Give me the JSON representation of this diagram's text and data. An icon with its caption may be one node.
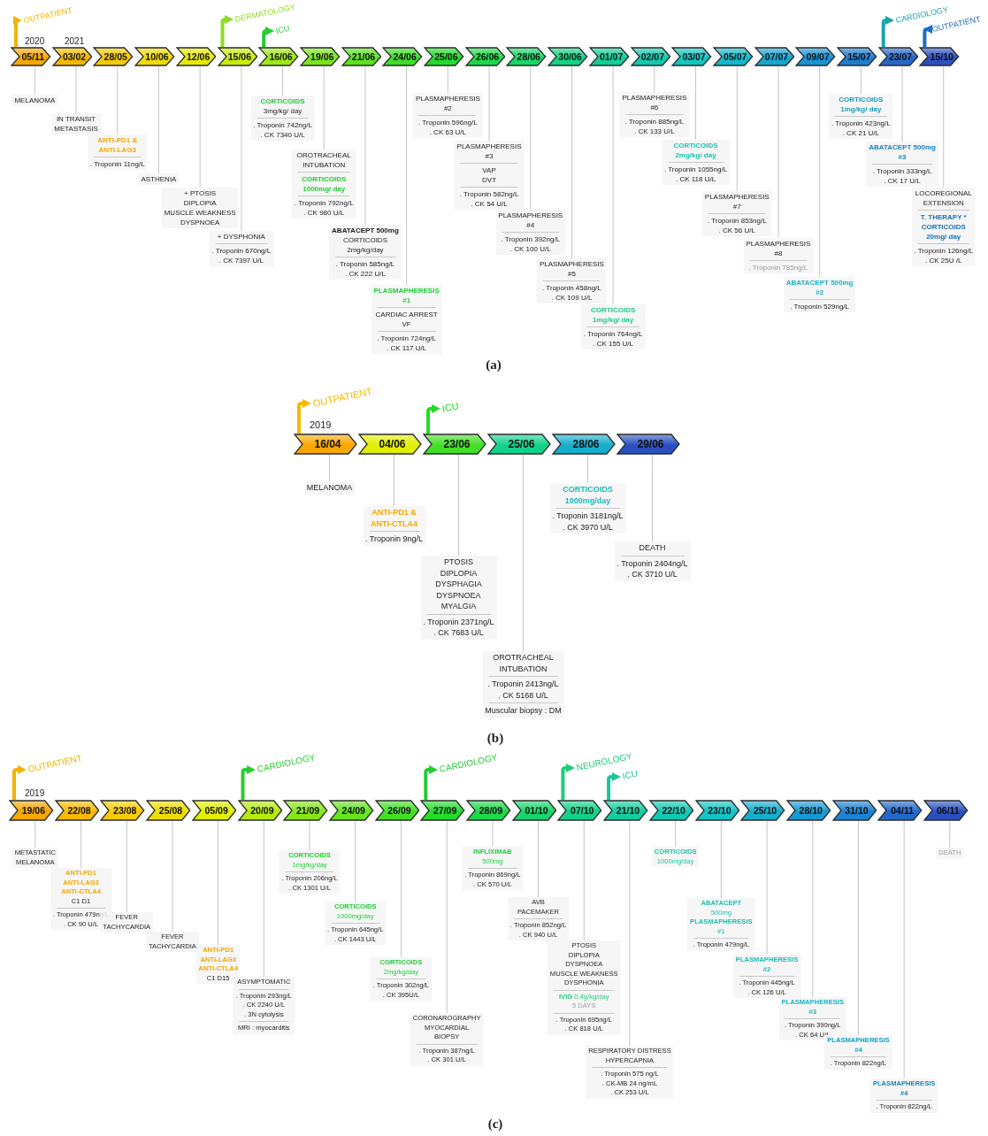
{
  "diagram": {
    "nodes": [
      {
        "text": [
          "05/11"
        ]
      },
      {
        "text": [
          "03/02"
        ]
      },
      {
        "text": [
          "28/05"
        ]
      },
      {
        "text": [
          "10/06"
        ]
      },
      {
        "text": [
          "12/06"
        ]
      },
      {
        "text": [
          "15/06"
        ]
      },
      {
        "text": [
          "16/06"
        ]
      },
      {
        "text": [
          "19/06"
        ]
      },
      {
        "text": [
          "21/06"
        ]
      },
      {
        "text": [
          "24/06"
        ]
      },
      {
        "text": [
          "25/06"
        ]
      },
      {
        "text": [
          "26/06"
        ]
      },
      {
        "text": [
          "28/06"
        ]
      },
      {
        "text": [
          "30/06"
        ]
      },
      {
        "text": [
          "01/07"
        ]
      },
      {
        "text": [
          "02/07"
        ]
      },
      {
        "text": [
          "03/07"
        ]
      },
      {
        "text": [
          "05/07"
        ]
      },
      {
        "text": [
          "07/07"
        ]
      },
      {
        "text": [
          "09/07"
        ]
      },
      {
        "text": [
          "15/07"
        ]
      },
      {
        "text": [
          "23/07"
        ]
      },
      {
        "text": [
          "15/10"
        ]
      },
      {
        "text": [
          "OUTPATIENT"
        ]
      },
      {
        "text": [
          "DERMATOLOGY"
        ]
      },
      {
        "text": [
          "ICU"
        ]
      },
      {
        "text": [
          "CARDIOLOGY"
        ]
      },
      {
        "text": [
          "OUTPATIENT"
        ]
      },
      {
        "text": [
          "MELANOMA"
        ]
      },
      {
        "text": [
          "IN TRANSIT METASTASIS"
        ]
      },
      {
        "text": [
          "ANTI-PD1 & ANTI-LAG3",
          ". Troponin 11ng/L"
        ]
      },
      {
        "text": [
          "ASTHENIA"
        ]
      },
      {
        "text": [
          "+ PTOSIS DIPLOPIA MUSCLE WEAKNESS DYSPNOEA"
        ]
      },
      {
        "text": [
          "+ DYSPHONIA",
          ". Troponin 670ng/L",
          ". CK 7397 U/L"
        ]
      },
      {
        "text": [
          "**CORTICOIDS** 3mg/kg/ day",
          ". Troponin 742ng/L",
          ". CK 7340 U/L"
        ]
      },
      {
        "text": [
          "OROTRACHEAL INTUBATION",
          "CORTICOIDS 1000mg/ day",
          ". Troponin 792ng/L",
          ". CK 980 U/L"
        ]
      },
      {
        "text": [
          "ABATACEPT 500mg",
          "CORTICOIDS 2mg/kg/day",
          ". Troponin 585ng/L",
          ". CK 222 U/L"
        ]
      },
      {
        "text": [
          "PLASMAPHERESIS #1",
          "CARDIAC ARREST VF",
          ". Troponin 724ng/L",
          ". CK 117 U/L"
        ]
      },
      {
        "text": [
          "PLASMAPHERESIS #2",
          ". Troponin 596ng/L",
          ". CK 63 U/L"
        ]
      },
      {
        "text": [
          "PLASMAPHERESIS #3",
          "VAP DVT",
          ". Troponin 582ng/L",
          ". CK 54 U/L"
        ]
      },
      {
        "text": [
          "PLASMAPHERESIS #4",
          ". Troponin 392ng/L",
          ". CK 100 U/L"
        ]
      },
      {
        "text": [
          "PLASMAPHERESIS #5",
          ". Troponin 458ng/L",
          ". CK 109 U/L"
        ]
      },
      {
        "text": [
          "CORTICOIDS 1mg/kg/ day",
          ". Troponin 764ng/L",
          ". CK 155 U/L"
        ]
      },
      {
        "text": [
          "PLASMAPHERESIS #6",
          ". Troponin 885ng/L",
          ". CK 133 U/L"
        ]
      },
      {
        "text": [
          "CORTICOIDS 2mg/kg/ day",
          ". Troponin 1055ng/L",
          ". CK 118 U/L"
        ]
      },
      {
        "text": [
          "PLASMAPHERESIS #7",
          ". Troponin 853ng/L",
          ". CK 56 U/L"
        ]
      },
      {
        "text": [
          "PLASMAPHERESIS #8",
          ". Troponin 785ng/L"
        ]
      },
      {
        "text": [
          "ABATACEPT 500mg #2",
          ". Troponin 529ng/L"
        ]
      },
      {
        "text": [
          "CORTICOIDS 1mg/kg/ day",
          ". Troponin 423ng/L",
          ". CK 21 U/L"
        ]
      },
      {
        "text": [
          "ABATACEPT 500mg #3",
          ". Troponin 333ng/L",
          ". CK 17 U/L"
        ]
      },
      {
        "text": [
          "LOCOREGIONAL EXTENSION",
          "T. THERAPY * CORTICOIDS 20mg/ day",
          ". Troponin 126ng/L",
          ". CK 25U /L"
        ]
      },
      {
        "text": [
          "16/04"
        ]
      },
      {
        "text": [
          "04/06"
        ]
      },
      {
        "text": [
          "23/06"
        ]
      },
      {
        "text": [
          "25/06"
        ]
      },
      {
        "text": [
          "28/06"
        ]
      },
      {
        "text": [
          "29/06"
        ]
      },
      {
        "text": [
          "OUTPATIENT"
        ]
      },
      {
        "text": [
          "ICU"
        ]
      },
      {
        "text": [
          "MELANOMA"
        ]
      },
      {
        "text": [
          "ANTI-PD1 & ANTI-CTLA4",
          ". Troponin 9ng/L"
        ]
      },
      {
        "text": [
          "PTOSIS DIPLOPIA DYSPHAGIA DYSPNOEA MYALGIA",
          ". Troponin 2371ng/L",
          ". CK 7683 U/L"
        ]
      },
      {
        "text": [
          "OROTRACHEAL INTUBATION",
          ". Troponin 2413ng/L",
          ". CK 5168 U/L",
          "Muscular biopsy : DM"
        ]
      },
      {
        "text": [
          "CORTICOIDS 1000mg/day",
          ". Troponin 3181ng/L",
          ". CK 3970 U/L"
        ]
      },
      {
        "text": [
          "DEATH",
          ". Troponin 2404ng/L",
          ". CK 3710 U/L"
        ]
      },
      {
        "text": [
          "19/06"
        ]
      },
      {
        "text": [
          "22/08"
        ]
      },
      {
        "text": [
          "23/08"
        ]
      },
      {
        "text": [
          "25/08"
        ]
      },
      {
        "text": [
          "05/09"
        ]
      },
      {
        "text": [
          "20/09"
        ]
      },
      {
        "text": [
          "21/09"
        ]
      },
      {
        "text": [
          "24/09"
        ]
      },
      {
        "text": [
          "26/09"
        ]
      },
      {
        "text": [
          "27/09"
        ]
      },
      {
        "text": [
          "28/09"
        ]
      },
      {
        "text": [
          "01/10"
        ]
      },
      {
        "text": [
          "07/10"
        ]
      },
      {
        "text": [
          "21/10"
        ]
      },
      {
        "text": [
          "22/10"
        ]
      },
      {
        "text": [
          "23/10"
        ]
      },
      {
        "text": [
          "25/10"
        ]
      },
      {
        "text": [
          "28/10"
        ]
      },
      {
        "text": [
          "31/10"
        ]
      },
      {
        "text": [
          "04/11"
        ]
      },
      {
        "text": [
          "06/11"
        ]
      },
      {
        "text": [
          "OUTPATIENT"
        ]
      },
      {
        "text": [
          "CARDIOLOGY"
        ]
      },
      {
        "text": [
          "CARDIOLOGY"
        ]
      },
      {
        "text": [
          "NEUROLOGY"
        ]
      },
      {
        "text": [
          "ICU"
        ]
      },
      {
        "text": [
          "METASTATIC MELANOMA"
        ]
      },
      {
        "text": [
          "ANTI-PD1 ANTI-LAG3 ANTI-CTLA4",
          "C1 D1",
          ". Troponin 479ng/L",
          ". CK 90 U/L"
        ]
      },
      {
        "text": [
          "FEVER TACHYCARDIA"
        ]
      },
      {
        "text": [
          "FEVER TACHYCARDIA"
        ]
      },
      {
        "text": [
          "ANTI-PD1 ANTI-LAG3 ANTI-CTLA4",
          "C1 D15"
        ]
      },
      {
        "text": [
          "ASYMPTOMATIC",
          ". Troponin 293ng/L",
          ". CK 2240 U/L",
          ". 3N cytolysis",
          "MRI : myocarditis"
        ]
      },
      {
        "text": [
          "**CORTICOIDS** 1mg/kg/day",
          ". Troponin 206ng/L",
          ". CK 1301 U/L"
        ]
      },
      {
        "text": [
          "**CORTICOIDS** 1000mg/day",
          ". Troponin 645ng/L",
          ". CK 1443 U/L"
        ]
      },
      {
        "text": [
          "**CORTICOIDS** 2mg/kg/day",
          ". Troponin 302ng/L",
          ". CK 395U/L"
        ]
      },
      {
        "text": [
          "CORONAROGRAPHY MYOCARDIAL BIOPSY",
          ". Troponin 387ng/L",
          ". CK 301 U/L"
        ]
      },
      {
        "text": [
          "**INFLIXIMAB** 500mg",
          ". Troponin 869ng/L",
          ". CK 570 U/L"
        ]
      },
      {
        "text": [
          "AVB PACEMAKER",
          ". Troponin 852ng/L",
          ". CK 940 U/L"
        ]
      },
      {
        "text": [
          "PTOSIS DIPLOPIA DYSPNOEA MUSCLE WEAKNESS DYSPHONIA",
          "**IVIG** 0,4g/kg/day",
          "5 DAYS",
          ". Troponin 695ng/L",
          ". CK 818 U/L"
        ]
      },
      {
        "text": [
          "RESPIRATORY DISTRESS HYPERCAPNIA",
          ". Troponin 575 ng/L",
          ". CK-MB 24 ng/mL",
          ". CK 253 U/L"
        ]
      },
      {
        "text": [
          "**CORTICOIDS** 1000mg/day"
        ]
      },
      {
        "text": [
          "**ABATACEPT** 500mg **PLASMAPHERESIS** #1",
          ". Troponin 479ng/L"
        ]
      },
      {
        "text": [
          "PLASMAPHERESIS #2",
          ". Troponin 445ng/L",
          ". CK 126 U/L"
        ]
      },
      {
        "text": [
          "PLASMAPHERESIS #3",
          ". Troponin 390ng/L",
          ". CK 64 U/L"
        ]
      },
      {
        "text": [
          "PLASMAPHERESIS #4",
          ". Troponin 822ng/L"
        ]
      },
      {
        "text": [
          "PLASMAPHERESIS #4",
          ". Troponin 822ng/L"
        ]
      },
      {
        "text": [
          "DEATH"
        ]
      }
    ],
    "edges": [
      {
        "from": 0,
        "to": 23,
        "arrow": "to",
        "style": "thick",
        "color": "#f0b400"
      },
      {
        "from": 5,
        "to": 24,
        "arrow": "to",
        "style": "thick",
        "color": "#8ddc22"
      },
      {
        "from": 6,
        "to": 25,
        "arrow": "to",
        "style": "thick",
        "color": "#22cc33"
      },
      {
        "from": 21,
        "to": 26,
        "arrow": "to",
        "style": "thick",
        "color": "#1aa3b0"
      },
      {
        "from": 22,
        "to": 27,
        "arrow": "to",
        "style": "thick",
        "color": "#1a6fc0"
      },
      {
        "from": 0,
        "to": 28,
        "arrow": "none"
      },
      {
        "from": 1,
        "to": 29,
        "arrow": "none"
      },
      {
        "from": 2,
        "to": 30,
        "arrow": "none"
      },
      {
        "from": 3,
        "to": 31,
        "arrow": "none"
      },
      {
        "from": 4,
        "to": 32,
        "arrow": "none"
      },
      {
        "from": 5,
        "to": 33,
        "arrow": "none"
      },
      {
        "from": 6,
        "to": 34,
        "arrow": "none"
      },
      {
        "from": 7,
        "to": 35,
        "arrow": "none"
      },
      {
        "from": 8,
        "to": 36,
        "arrow": "none"
      },
      {
        "from": 9,
        "to": 37,
        "arrow": "none"
      },
      {
        "from": 10,
        "to": 38,
        "arrow": "none"
      },
      {
        "from": 11,
        "to": 39,
        "arrow": "none"
      },
      {
        "from": 12,
        "to": 40,
        "arrow": "none"
      },
      {
        "from": 13,
        "to": 41,
        "arrow": "none"
      },
      {
        "from": 14,
        "to": 42,
        "arrow": "none"
      },
      {
        "from": 15,
        "to": 43,
        "arrow": "none"
      },
      {
        "from": 16,
        "to": 44,
        "arrow": "none"
      },
      {
        "from": 17,
        "to": 45,
        "arrow": "none"
      },
      {
        "from": 18,
        "to": 46,
        "arrow": "none"
      },
      {
        "from": 19,
        "to": 47,
        "arrow": "none"
      },
      {
        "from": 20,
        "to": 48,
        "arrow": "none"
      },
      {
        "from": 21,
        "to": 49,
        "arrow": "none"
      },
      {
        "from": 22,
        "to": 50,
        "arrow": "none"
      },
      {
        "from": 51,
        "to": 57,
        "arrow": "to",
        "style": "thick",
        "color": "#f5b800"
      },
      {
        "from": 53,
        "to": 58,
        "arrow": "to",
        "style": "thick",
        "color": "#22dd22"
      },
      {
        "from": 51,
        "to": 59,
        "arrow": "none"
      },
      {
        "from": 52,
        "to": 60,
        "arrow": "none"
      },
      {
        "from": 53,
        "to": 61,
        "arrow": "none"
      },
      {
        "from": 54,
        "to": 62,
        "arrow": "none"
      },
      {
        "from": 55,
        "to": 63,
        "arrow": "none"
      },
      {
        "from": 56,
        "to": 64,
        "arrow": "none"
      },
      {
        "from": 65,
        "to": 86,
        "arrow": "to",
        "style": "thick",
        "color": "#f0b400"
      },
      {
        "from": 70,
        "to": 87,
        "arrow": "to",
        "style": "thick",
        "color": "#2ccc2c"
      },
      {
        "from": 74,
        "to": 88,
        "arrow": "to",
        "style": "thick",
        "color": "#22cc33"
      },
      {
        "from": 77,
        "to": 89,
        "arrow": "to",
        "style": "thick",
        "color": "#1fcc7a"
      },
      {
        "from": 78,
        "to": 90,
        "arrow": "to",
        "style": "thick",
        "color": "#1fc49a"
      },
      {
        "from": 65,
        "to": 91,
        "arrow": "none"
      },
      {
        "from": 66,
        "to": 92,
        "arrow": "none"
      },
      {
        "from": 67,
        "to": 93,
        "arrow": "none"
      },
      {
        "from": 68,
        "to": 94,
        "arrow": "none"
      },
      {
        "from": 69,
        "to": 95,
        "arrow": "none"
      },
      {
        "from": 70,
        "to": 96,
        "arrow": "none"
      },
      {
        "from": 71,
        "to": 97,
        "arrow": "none"
      },
      {
        "from": 72,
        "to": 98,
        "arrow": "none"
      },
      {
        "from": 73,
        "to": 99,
        "arrow": "none"
      },
      {
        "from": 74,
        "to": 100,
        "arrow": "none"
      },
      {
        "from": 75,
        "to": 101,
        "arrow": "none"
      },
      {
        "from": 76,
        "to": 102,
        "arrow": "none"
      },
      {
        "from": 77,
        "to": 103,
        "arrow": "none"
      },
      {
        "from": 78,
        "to": 104,
        "arrow": "none"
      },
      {
        "from": 79,
        "to": 105,
        "arrow": "none"
      },
      {
        "from": 80,
        "to": 106,
        "arrow": "none"
      },
      {
        "from": 81,
        "to": 107,
        "arrow": "none"
      },
      {
        "from": 82,
        "to": 108,
        "arrow": "none"
      },
      {
        "from": 83,
        "to": 109,
        "arrow": "none"
      },
      {
        "from": 84,
        "to": 110,
        "arrow": "none"
      },
      {
        "from": 85,
        "to": 111,
        "arrow": "none"
      }
    ],
    "labels": [
      "2020",
      "2021",
      "(a)",
      "2019",
      "(b)",
      "2019",
      "(c)"
    ]
  }
}
